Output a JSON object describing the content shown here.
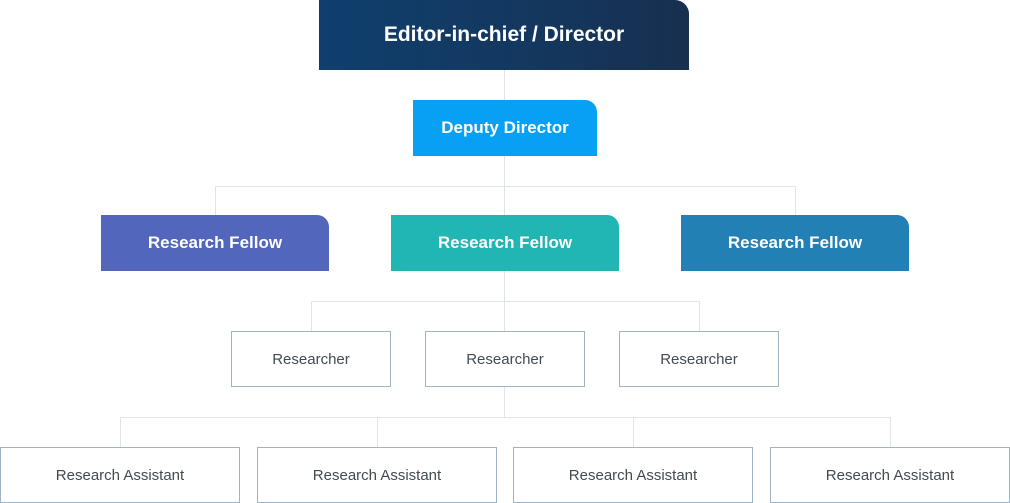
{
  "org_chart": {
    "director": "Editor-in-chief / Director",
    "deputy": "Deputy Director",
    "fellows": [
      "Research Fellow",
      "Research Fellow",
      "Research Fellow"
    ],
    "researchers": [
      "Researcher",
      "Researcher",
      "Researcher"
    ],
    "assistants": [
      "Research Assistant",
      "Research Assistant",
      "Research Assistant",
      "Research Assistant"
    ]
  },
  "colors": {
    "director_bg": "#14375e",
    "deputy_bg": "#08a0f4",
    "fellow_1": "#5266bc",
    "fellow_2": "#21b5b3",
    "fellow_3": "#2380b4",
    "connector": "#dfe4e8",
    "box_border": "#9fb4c6"
  }
}
